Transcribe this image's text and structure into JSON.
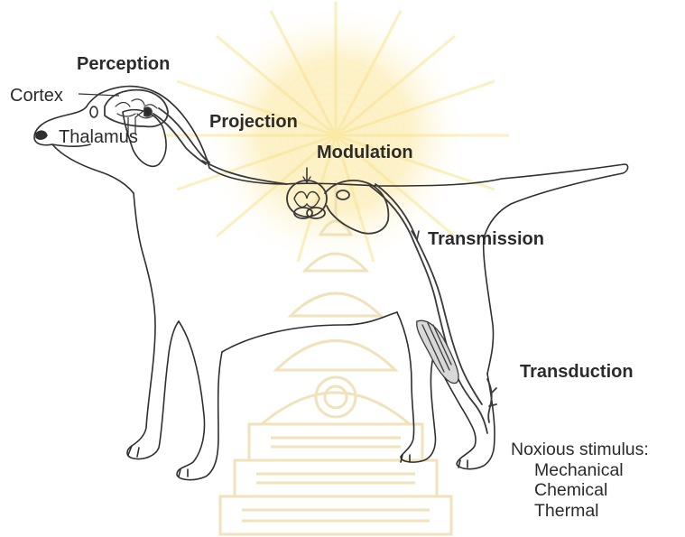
{
  "diagram": {
    "labels": {
      "perception": "Perception",
      "cortex": "Cortex",
      "thalamus": "Thalamus",
      "projection": "Projection",
      "modulation": "Modulation",
      "transmission": "Transmission",
      "transduction": "Transduction"
    },
    "stimulus": {
      "heading": "Noxious stimulus:",
      "types": [
        "Mechanical",
        "Chemical",
        "Thermal"
      ]
    }
  },
  "colors": {
    "outline": "#2f2f2f",
    "nerve": "#3a3a3a",
    "watermark_glow": "#fbe8a2",
    "watermark_rays": "#f6d96a",
    "watermark_stupa": "#ead9a4"
  }
}
